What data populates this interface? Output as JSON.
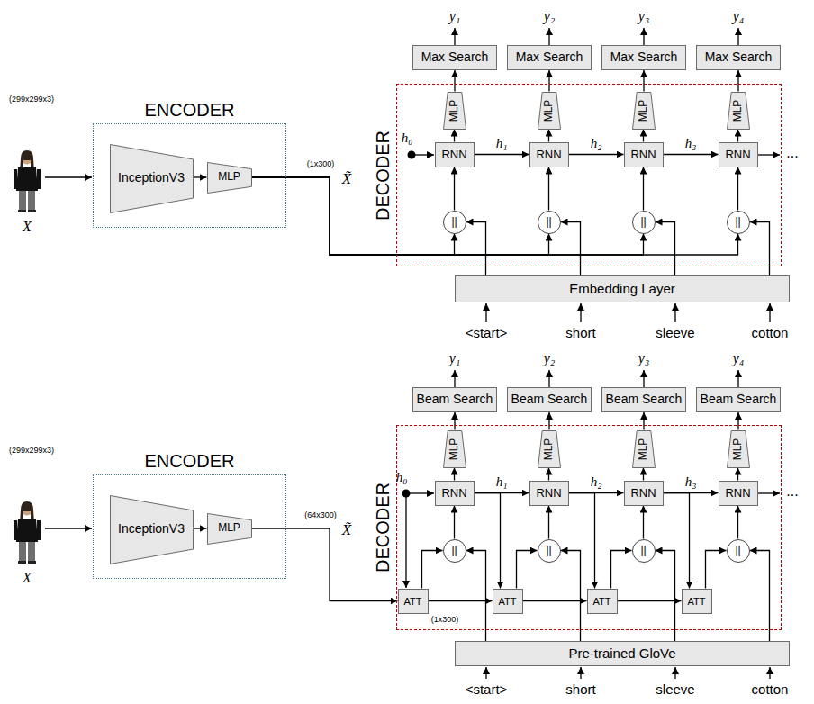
{
  "diagram": {
    "nodes": [
      {
        "text": [
          "ENCODER"
        ]
      },
      {
        "text": [
          "InceptionV3"
        ],
        "in": 0
      },
      {
        "text": [
          "MLP"
        ],
        "in": 0
      },
      {
        "text": [
          "DECODER"
        ]
      },
      {
        "text": [
          "RNN"
        ],
        "in": 3
      },
      {
        "text": [
          "RNN"
        ],
        "in": 3
      },
      {
        "text": [
          "RNN"
        ],
        "in": 3
      },
      {
        "text": [
          "RNN"
        ],
        "in": 3
      },
      {
        "text": [
          "MLP"
        ],
        "in": 3
      },
      {
        "text": [
          "MLP"
        ],
        "in": 3
      },
      {
        "text": [
          "MLP"
        ],
        "in": 3
      },
      {
        "text": [
          "MLP"
        ],
        "in": 3
      },
      {
        "text": [
          "||"
        ],
        "in": 3
      },
      {
        "text": [
          "||"
        ],
        "in": 3
      },
      {
        "text": [
          "||"
        ],
        "in": 3
      },
      {
        "text": [
          "||"
        ],
        "in": 3
      },
      {
        "text": [
          "Max Search"
        ]
      },
      {
        "text": [
          "Max Search"
        ]
      },
      {
        "text": [
          "Max Search"
        ]
      },
      {
        "text": [
          "Max Search"
        ]
      },
      {
        "text": [
          "Embedding Layer"
        ]
      },
      {
        "text": [
          "ENCODER"
        ]
      },
      {
        "text": [
          "InceptionV3"
        ],
        "in": 21
      },
      {
        "text": [
          "MLP"
        ],
        "in": 21
      },
      {
        "text": [
          "DECODER"
        ]
      },
      {
        "text": [
          "RNN"
        ],
        "in": 24
      },
      {
        "text": [
          "RNN"
        ],
        "in": 24
      },
      {
        "text": [
          "RNN"
        ],
        "in": 24
      },
      {
        "text": [
          "RNN"
        ],
        "in": 24
      },
      {
        "text": [
          "MLP"
        ],
        "in": 24
      },
      {
        "text": [
          "MLP"
        ],
        "in": 24
      },
      {
        "text": [
          "MLP"
        ],
        "in": 24
      },
      {
        "text": [
          "MLP"
        ],
        "in": 24
      },
      {
        "text": [
          "||"
        ],
        "in": 24
      },
      {
        "text": [
          "||"
        ],
        "in": 24
      },
      {
        "text": [
          "||"
        ],
        "in": 24
      },
      {
        "text": [
          "||"
        ],
        "in": 24
      },
      {
        "text": [
          "ATT"
        ],
        "in": 24
      },
      {
        "text": [
          "ATT"
        ],
        "in": 24
      },
      {
        "text": [
          "ATT"
        ],
        "in": 24
      },
      {
        "text": [
          "ATT"
        ],
        "in": 24
      },
      {
        "text": [
          "Beam Search"
        ]
      },
      {
        "text": [
          "Beam Search"
        ]
      },
      {
        "text": [
          "Beam Search"
        ]
      },
      {
        "text": [
          "Beam Search"
        ]
      },
      {
        "text": [
          "Pre-trained GloVe"
        ]
      }
    ],
    "edges": [
      {
        "from": 1,
        "to": 2,
        "arrow": "to"
      },
      {
        "from": 2,
        "to": 12,
        "arrow": "to"
      },
      {
        "from": 2,
        "to": 13,
        "arrow": "to"
      },
      {
        "from": 2,
        "to": 14,
        "arrow": "to"
      },
      {
        "from": 2,
        "to": 15,
        "arrow": "to"
      },
      {
        "from": 20,
        "to": 12,
        "arrow": "to"
      },
      {
        "from": 20,
        "to": 13,
        "arrow": "to"
      },
      {
        "from": 20,
        "to": 14,
        "arrow": "to"
      },
      {
        "from": 20,
        "to": 15,
        "arrow": "to"
      },
      {
        "from": 12,
        "to": 4,
        "arrow": "to"
      },
      {
        "from": 13,
        "to": 5,
        "arrow": "to"
      },
      {
        "from": 14,
        "to": 6,
        "arrow": "to"
      },
      {
        "from": 15,
        "to": 7,
        "arrow": "to"
      },
      {
        "from": 4,
        "to": 8,
        "arrow": "to"
      },
      {
        "from": 5,
        "to": 9,
        "arrow": "to"
      },
      {
        "from": 6,
        "to": 10,
        "arrow": "to"
      },
      {
        "from": 7,
        "to": 11,
        "arrow": "to"
      },
      {
        "from": 8,
        "to": 16,
        "arrow": "to"
      },
      {
        "from": 9,
        "to": 17,
        "arrow": "to"
      },
      {
        "from": 10,
        "to": 18,
        "arrow": "to"
      },
      {
        "from": 11,
        "to": 19,
        "arrow": "to"
      },
      {
        "from": 4,
        "to": 5,
        "label": "h₁",
        "arrow": "to"
      },
      {
        "from": 5,
        "to": 6,
        "label": "h₂",
        "arrow": "to"
      },
      {
        "from": 6,
        "to": 7,
        "label": "h₃",
        "arrow": "to"
      },
      {
        "from": 22,
        "to": 23,
        "arrow": "to"
      },
      {
        "from": 23,
        "to": 37,
        "arrow": "to"
      },
      {
        "from": 37,
        "to": 38,
        "arrow": "to"
      },
      {
        "from": 38,
        "to": 39,
        "arrow": "to"
      },
      {
        "from": 39,
        "to": 40,
        "arrow": "to"
      },
      {
        "from": 45,
        "to": 33,
        "arrow": "to"
      },
      {
        "from": 45,
        "to": 34,
        "arrow": "to"
      },
      {
        "from": 45,
        "to": 35,
        "arrow": "to"
      },
      {
        "from": 45,
        "to": 36,
        "arrow": "to"
      },
      {
        "from": 37,
        "to": 33,
        "arrow": "to"
      },
      {
        "from": 38,
        "to": 34,
        "arrow": "to"
      },
      {
        "from": 39,
        "to": 35,
        "arrow": "to"
      },
      {
        "from": 40,
        "to": 36,
        "arrow": "to"
      },
      {
        "from": 33,
        "to": 25,
        "arrow": "to"
      },
      {
        "from": 34,
        "to": 26,
        "arrow": "to"
      },
      {
        "from": 35,
        "to": 27,
        "arrow": "to"
      },
      {
        "from": 36,
        "to": 28,
        "arrow": "to"
      },
      {
        "from": 25,
        "to": 29,
        "arrow": "to"
      },
      {
        "from": 26,
        "to": 30,
        "arrow": "to"
      },
      {
        "from": 27,
        "to": 31,
        "arrow": "to"
      },
      {
        "from": 28,
        "to": 32,
        "arrow": "to"
      },
      {
        "from": 29,
        "to": 41,
        "arrow": "to"
      },
      {
        "from": 30,
        "to": 42,
        "arrow": "to"
      },
      {
        "from": 31,
        "to": 43,
        "arrow": "to"
      },
      {
        "from": 32,
        "to": 44,
        "arrow": "to"
      },
      {
        "from": 25,
        "to": 26,
        "label": "h₁",
        "arrow": "to"
      },
      {
        "from": 26,
        "to": 27,
        "label": "h₂",
        "arrow": "to"
      },
      {
        "from": 27,
        "to": 28,
        "label": "h₃",
        "arrow": "to"
      },
      {
        "from": 25,
        "to": 38,
        "arrow": "to"
      },
      {
        "from": 26,
        "to": 39,
        "arrow": "to"
      },
      {
        "from": 27,
        "to": 40,
        "arrow": "to"
      }
    ],
    "labels": [
      "(299x299x3)",
      "X",
      "(1x300)",
      "X̃",
      "h₀",
      "y₁",
      "y₂",
      "y₃",
      "y₄",
      "<start>",
      "short",
      "sleeve",
      "cotton",
      "...",
      "(299x299x3)",
      "X",
      "(64x300)",
      "X̃",
      "h₀",
      "(1x300)",
      "y₁",
      "y₂",
      "y₃",
      "y₄",
      "<start>",
      "short",
      "sleeve",
      "cotton",
      "..."
    ]
  }
}
